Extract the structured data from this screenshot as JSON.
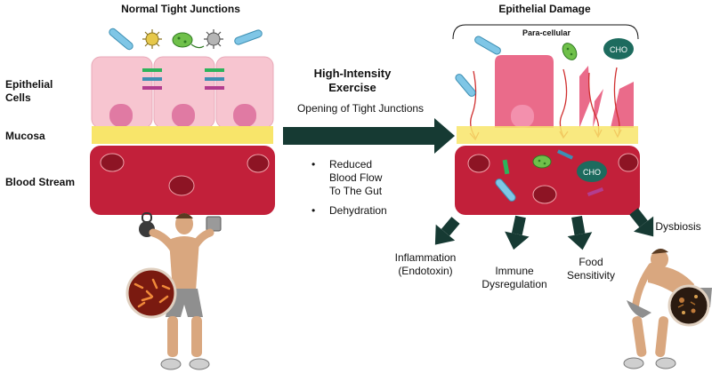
{
  "left_panel": {
    "title": "Normal Tight Junctions",
    "labels": {
      "epithelial_line1": "Epithelial",
      "epithelial_line2": "Cells",
      "mucosa": "Mucosa",
      "blood_stream": "Blood Stream"
    }
  },
  "middle": {
    "exercise_line1": "High-Intensity",
    "exercise_line2": "Exercise",
    "opening": "Opening of Tight Junctions",
    "bullets": [
      {
        "lines": [
          "Reduced",
          "Blood Flow",
          "To The Gut"
        ]
      },
      {
        "lines": [
          "Dehydration"
        ]
      }
    ]
  },
  "right_panel": {
    "title": "Epithelial Damage",
    "paracellular": "Para-cellular",
    "cho": "CHO",
    "outcomes": [
      {
        "lines": [
          "Inflammation",
          "(Endotoxin)"
        ]
      },
      {
        "lines": [
          "Immune",
          "Dysregulation"
        ]
      },
      {
        "lines": [
          "Food",
          "Sensitivity"
        ]
      },
      {
        "lines": [
          "Dysbiosis"
        ]
      }
    ]
  },
  "colors": {
    "cell_pink": "#f7c5d0",
    "damaged_cell": "#ea6b8a",
    "nucleus": "#e07aa3",
    "mucosa_yellow": "#f8e56a",
    "blood_red": "#c2203a",
    "rbc": "#8d1424",
    "arrow_dark": "#163a33",
    "junction_green": "#2db35b",
    "junction_blue": "#3d8fb3",
    "junction_purple": "#b33d8f"
  }
}
